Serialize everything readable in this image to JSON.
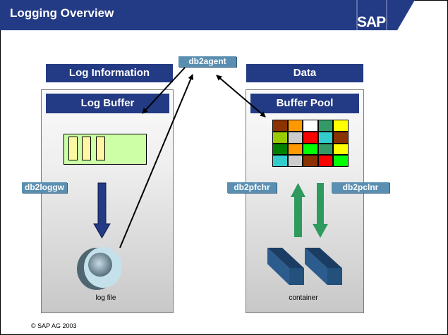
{
  "header": {
    "title": "Logging Overview",
    "logo": "SAP",
    "background_color": "#233a84"
  },
  "agent": {
    "label": "db2agent"
  },
  "left": {
    "section_title": "Log Information",
    "panel_title": "Log Buffer",
    "writer_label": "db2loggw",
    "file_caption": "log file",
    "buffer_slots": 3
  },
  "right": {
    "section_title": "Data",
    "panel_title": "Buffer Pool",
    "prefetcher_label": "db2pfchr",
    "cleaner_label": "db2pclnr",
    "container_caption": "container",
    "pool_pages": [
      [
        "#8b3300",
        "#ff9900",
        "#ffffff",
        "#339966",
        "#ffff00"
      ],
      [
        "#99cc00",
        "#cccccc",
        "#ff0000",
        "#33cccc",
        "#8b3300"
      ],
      [
        "#008000",
        "#ff9900",
        "#00ff00",
        "#339966",
        "#ffff00"
      ],
      [
        "#33cccc",
        "#cccccc",
        "#8b3300",
        "#ff0000",
        "#00ff00"
      ]
    ]
  },
  "footer": {
    "copyright": "© SAP AG 2003"
  },
  "colors": {
    "label_blue": "#5b8fb1",
    "writer_arrow": "#233a84",
    "io_arrow": "#2e9a5e"
  }
}
